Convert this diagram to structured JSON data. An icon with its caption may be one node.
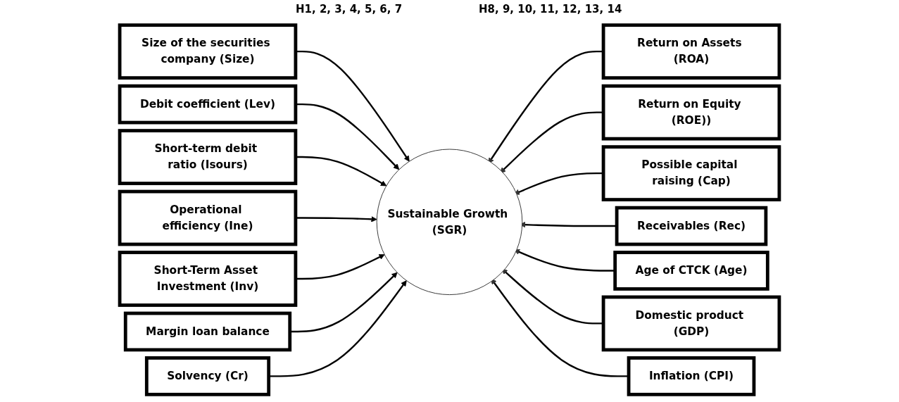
{
  "diagram": {
    "nodes": [
      {
        "text": [
          "Size of the securities company (Size)"
        ]
      },
      {
        "text": [
          "Debit coefficient (Lev)"
        ]
      },
      {
        "text": [
          "Short-term debit ratio (Isours)"
        ]
      },
      {
        "text": [
          "Operational efficiency (Ine)"
        ]
      },
      {
        "text": [
          "Short-Term Asset Investment (Inv)"
        ]
      },
      {
        "text": [
          "Margin loan balance"
        ]
      },
      {
        "text": [
          "Solvency (Cr)"
        ]
      },
      {
        "text": [
          "Sustainable Growth (SGR)"
        ]
      },
      {
        "text": [
          "Return on Assets (ROA)"
        ]
      },
      {
        "text": [
          "Return on Equity (ROE))"
        ]
      },
      {
        "text": [
          "Possible capital raising (Cap)"
        ]
      },
      {
        "text": [
          "Receivables (Rec)"
        ]
      },
      {
        "text": [
          "Age of CTCK (Age)"
        ]
      },
      {
        "text": [
          "Domestic product (GDP)"
        ]
      },
      {
        "text": [
          "Inflation (CPI)"
        ]
      }
    ],
    "edges": [
      {
        "from": 0,
        "to": 7,
        "arrow": "to"
      },
      {
        "from": 1,
        "to": 7,
        "arrow": "to"
      },
      {
        "from": 2,
        "to": 7,
        "arrow": "to"
      },
      {
        "from": 3,
        "to": 7,
        "arrow": "to"
      },
      {
        "from": 4,
        "to": 7,
        "arrow": "to"
      },
      {
        "from": 5,
        "to": 7,
        "arrow": "to"
      },
      {
        "from": 6,
        "to": 7,
        "arrow": "to"
      },
      {
        "from": 8,
        "to": 7,
        "arrow": "to"
      },
      {
        "from": 9,
        "to": 7,
        "arrow": "to"
      },
      {
        "from": 10,
        "to": 7,
        "arrow": "to"
      },
      {
        "from": 11,
        "to": 7,
        "arrow": "to"
      },
      {
        "from": 12,
        "to": 7,
        "arrow": "to"
      },
      {
        "from": 13,
        "to": 7,
        "arrow": "to"
      },
      {
        "from": 14,
        "to": 7,
        "arrow": "to"
      }
    ],
    "labels": [
      "H1, 2, 3, 4, 5, 6, 7",
      "H8, 9, 10, 11, 12, 13, 14"
    ]
  }
}
